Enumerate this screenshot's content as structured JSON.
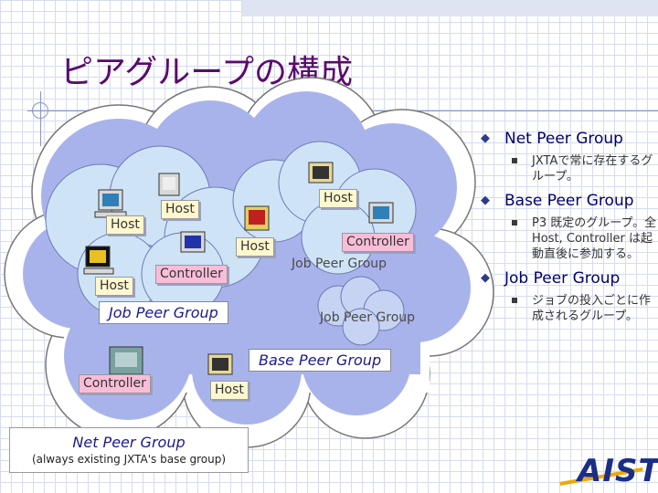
{
  "title": "ピアグループの構成",
  "bullets": [
    {
      "heading": "Net Peer Group",
      "sub": "JXTAで常に存在するグループ。"
    },
    {
      "heading": "Base Peer Group",
      "sub": "P3 既定のグループ。全 Host, Controller は起動直後に参加する。"
    },
    {
      "heading": "Job Peer Group",
      "sub": "ジョブの投入ごとに作成されるグループ。"
    }
  ],
  "diagram": {
    "hosts": [
      "Host",
      "Host",
      "Host",
      "Host",
      "Host",
      "Host"
    ],
    "controllers": [
      "Controller",
      "Controller",
      "Controller"
    ],
    "job_group_boxed": "Job Peer Group",
    "job_group_plain_1": "Job Peer Group",
    "job_group_plain_2": "Job Peer Group",
    "base_group": "Base Peer Group",
    "net_group": "Net Peer Group",
    "net_group_note": "(always existing JXTA's base group)"
  },
  "logo_text": "AIST",
  "colors": {
    "title": "#5a0a6e",
    "bullet_heading": "#00006e",
    "cloud": "#a9b3eb",
    "host_label": "#fff8cf",
    "controller_label": "#f9bdd8"
  }
}
